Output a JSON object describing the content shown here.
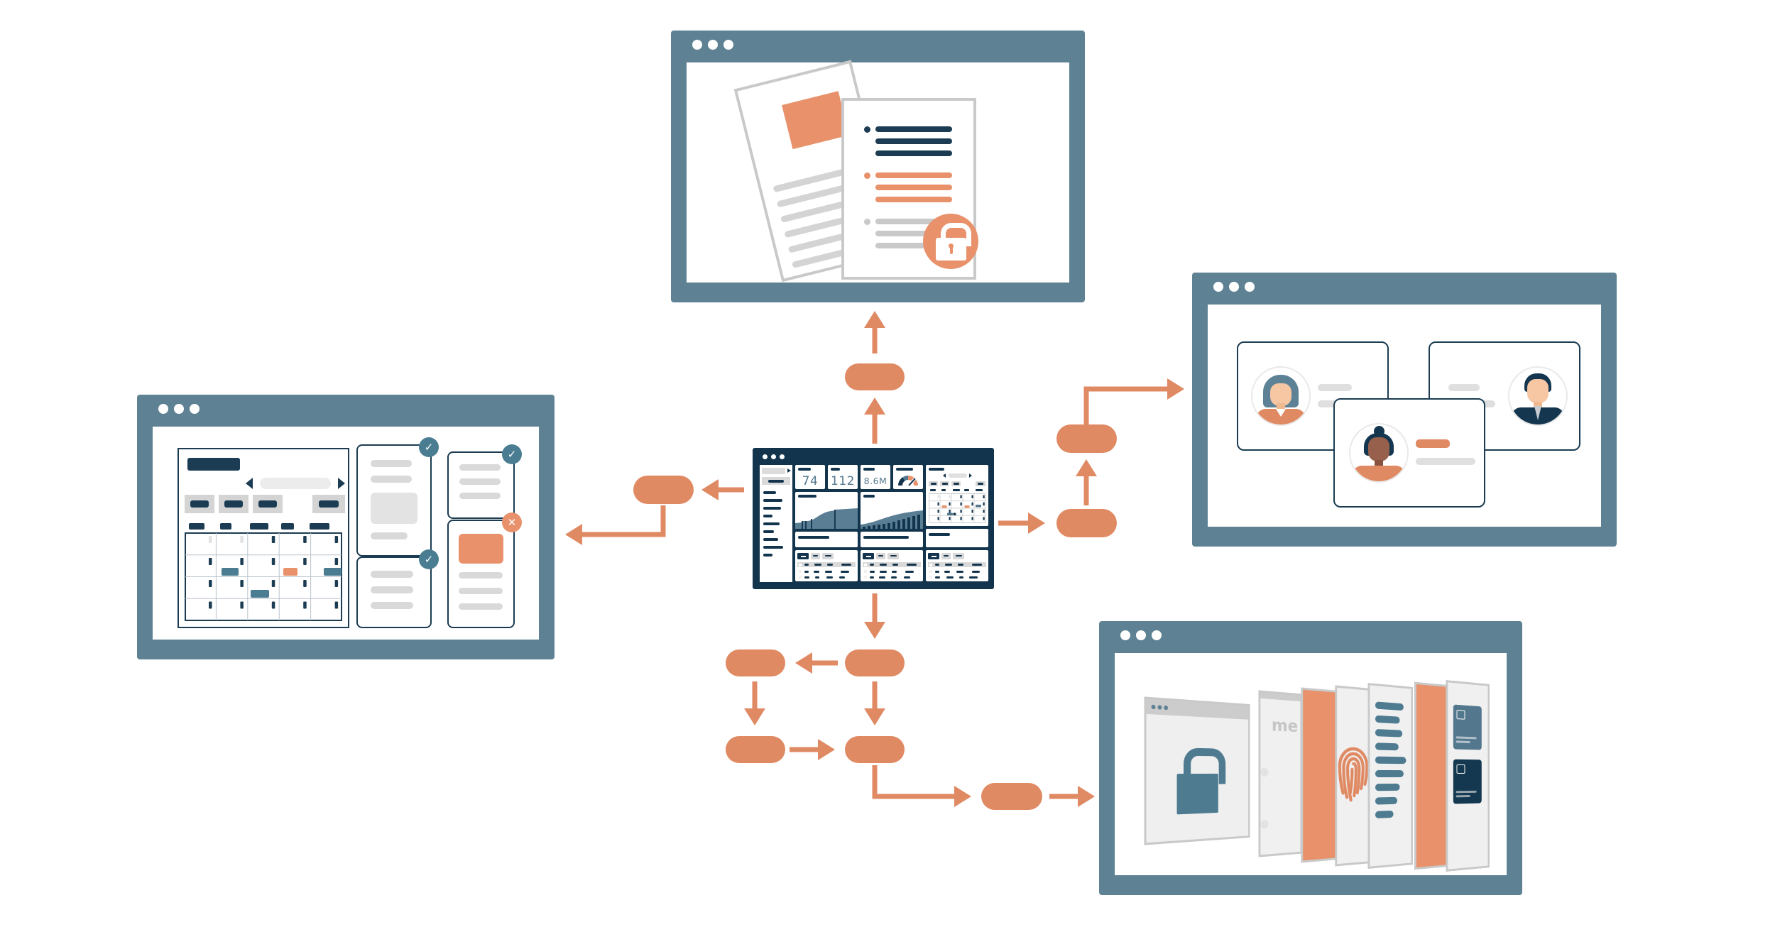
{
  "illustration": {
    "description": "product workflow diagram connecting five app windows with orange flow pills and arrows",
    "windows": {
      "documents": {
        "name": "secure-documents-window",
        "lock_badge": "lock"
      },
      "profiles": {
        "name": "user-profiles-window",
        "card_count": 3
      },
      "planner": {
        "name": "calendar-planner-window",
        "done_badges": 3,
        "rejected_badges": 1
      },
      "dashboard": {
        "name": "analytics-dashboard-window",
        "stats": [
          {
            "value": "74"
          },
          {
            "value": "112"
          },
          {
            "value": "8.6M"
          }
        ],
        "widgets": [
          "stat",
          "stat",
          "stat",
          "gauge",
          "area-chart",
          "bar-chart",
          "calendar",
          "tables"
        ]
      },
      "security": {
        "name": "security-stack-window",
        "welcome_fragment": "me",
        "layers": [
          "lock-browser",
          "welcome-page",
          "orange-sheet",
          "fingerprint",
          "list-bars",
          "orange-sheet",
          "id-cards"
        ]
      }
    },
    "flow": {
      "pill_count": 9,
      "pill_color": "#E08A64",
      "arrow_color": "#E08A64"
    },
    "colors": {
      "frame": "#5E8294",
      "navy": "#12344D",
      "orange": "#E08A64",
      "orange_soft": "#E8916B",
      "teal": "#4A7D91",
      "chart_slate": "#5A7F95",
      "light_grey": "#D9D9D9"
    }
  }
}
